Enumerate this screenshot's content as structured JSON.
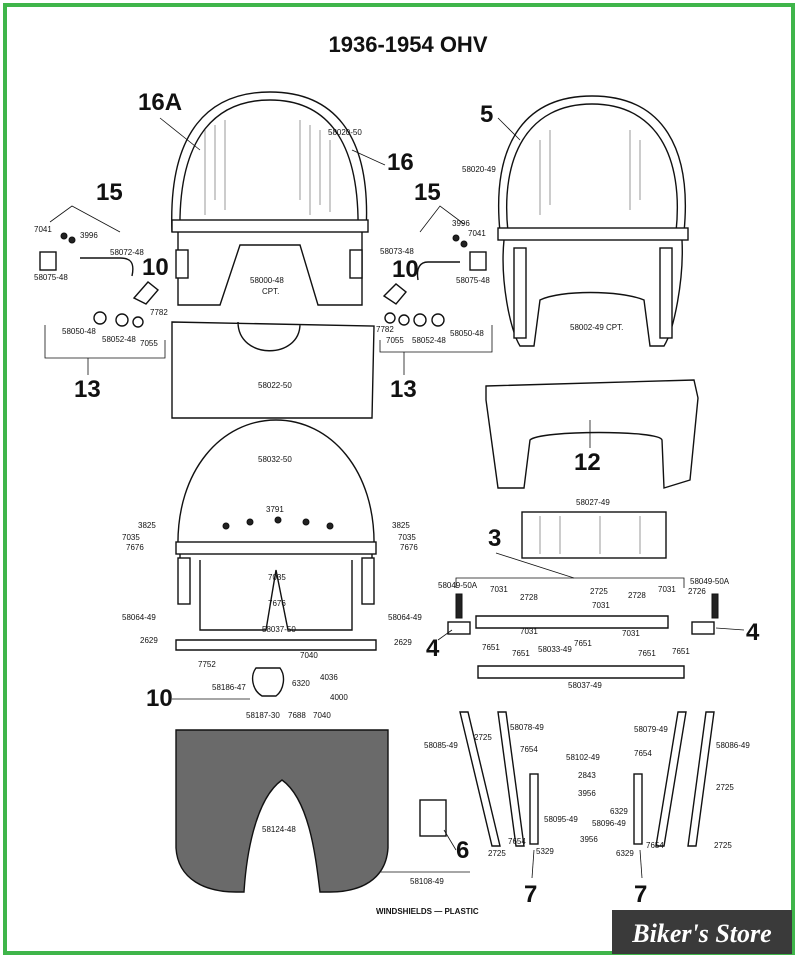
{
  "title": "1936-1954 OHV",
  "colors": {
    "border": "#3fb54a",
    "ink": "#111111",
    "logo_bg": "#3a3a3a"
  },
  "callouts": {
    "c16A": "16A",
    "c16": "16",
    "c5": "5",
    "c15_left": "15",
    "c15_right": "15",
    "c10_left": "10",
    "c10_right": "10",
    "c10_mid": "10",
    "c13_left": "13",
    "c13_right": "13",
    "c12": "12",
    "c3": "3",
    "c4_left": "4",
    "c4_right": "4",
    "c6": "6",
    "c7_left": "7",
    "c7_right": "7"
  },
  "parts": {
    "p58020_50": "58020-50",
    "p58020_49": "58020-49",
    "p58000_48": "58000-48",
    "p_cpt1": "CPT.",
    "p58002_49": "58002-49 CPT.",
    "p7041_l": "7041",
    "p3996_l": "3996",
    "p58072_48": "58072-48",
    "p58075_48_l": "58075-48",
    "p7782_l": "7782",
    "p58050_48_l": "58050-48",
    "p58052_48_l": "58052-48",
    "p7055_l": "7055",
    "p3996_r": "3996",
    "p7041_r": "7041",
    "p58073_48": "58073-48",
    "p58075_48_r": "58075-48",
    "p7782_r": "7782",
    "p7055_r": "7055",
    "p58052_48_r": "58052-48",
    "p58050_48_r": "58050-48",
    "p58022_50": "58022-50",
    "p58032_50": "58032-50",
    "p3791": "3791",
    "p3825_l": "3825",
    "p7035_l": "7035",
    "p7676_l": "7676",
    "p3825_r": "3825",
    "p7035_r": "7035",
    "p7676_r": "7676",
    "p7035_c": "7035",
    "p7676_c": "7676",
    "p58064_49_l": "58064-49",
    "p2629_l": "2629",
    "p58037_50": "58037-50",
    "p58064_49_r": "58064-49",
    "p2629_r": "2629",
    "p7040_a": "7040",
    "p7752": "7752",
    "p4036": "4036",
    "p6320": "6320",
    "p4000": "4000",
    "p58186_47": "58186-47",
    "p58187_30": "58187-30",
    "p7688": "7688",
    "p7040_b": "7040",
    "p58027_49": "58027-49",
    "p58049_50A_l": "58049-50A",
    "p7031_a": "7031",
    "p2728_l": "2728",
    "p2725_top": "2725",
    "p7031_b": "7031",
    "p2728_r": "2728",
    "p7031_c": "7031",
    "p2726": "2726",
    "p58049_50A_r": "58049-50A",
    "p7031_d": "7031",
    "p7031_e": "7031",
    "p7651_a": "7651",
    "p7651_b": "7651",
    "p7651_c": "7651",
    "p7651_d": "7651",
    "p7651_e": "7651",
    "p58033_49": "58033-49",
    "p58037_49": "58037-49",
    "p58124_48": "58124-48",
    "p58085_49": "58085-49",
    "p2725_a": "2725",
    "p58078_49": "58078-49",
    "p7654_a": "7654",
    "p58102_49": "58102-49",
    "p2843": "2843",
    "p3956_a": "3956",
    "p6329_a": "6329",
    "p58095_49": "58095-49",
    "p58096_49": "58096-49",
    "p3956_b": "3956",
    "p6329_b": "6329",
    "p5329": "5329",
    "p2725_b": "2725",
    "p7654_b": "7654",
    "p58079_49": "58079-49",
    "p7654_c": "7654",
    "p58086_49": "58086-49",
    "p2725_c": "2725",
    "p2725_d": "2725",
    "p7654_d": "7654",
    "p58108_49": "58108-49"
  },
  "caption": "WINDSHIELDS — PLASTIC",
  "logo": "Biker's Store"
}
